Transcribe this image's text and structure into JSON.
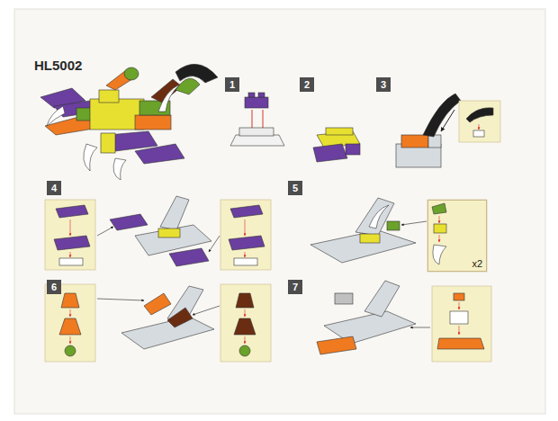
{
  "diagram": {
    "title": "HL5002",
    "nodes": [
      {
        "text": [
          "1"
        ]
      },
      {
        "text": [
          "2"
        ]
      },
      {
        "text": [
          "3"
        ]
      },
      {
        "text": [
          "4"
        ]
      },
      {
        "text": [
          "5"
        ]
      },
      {
        "text": [
          "x2"
        ]
      },
      {
        "text": [
          "6"
        ]
      },
      {
        "text": [
          "7"
        ]
      }
    ]
  }
}
